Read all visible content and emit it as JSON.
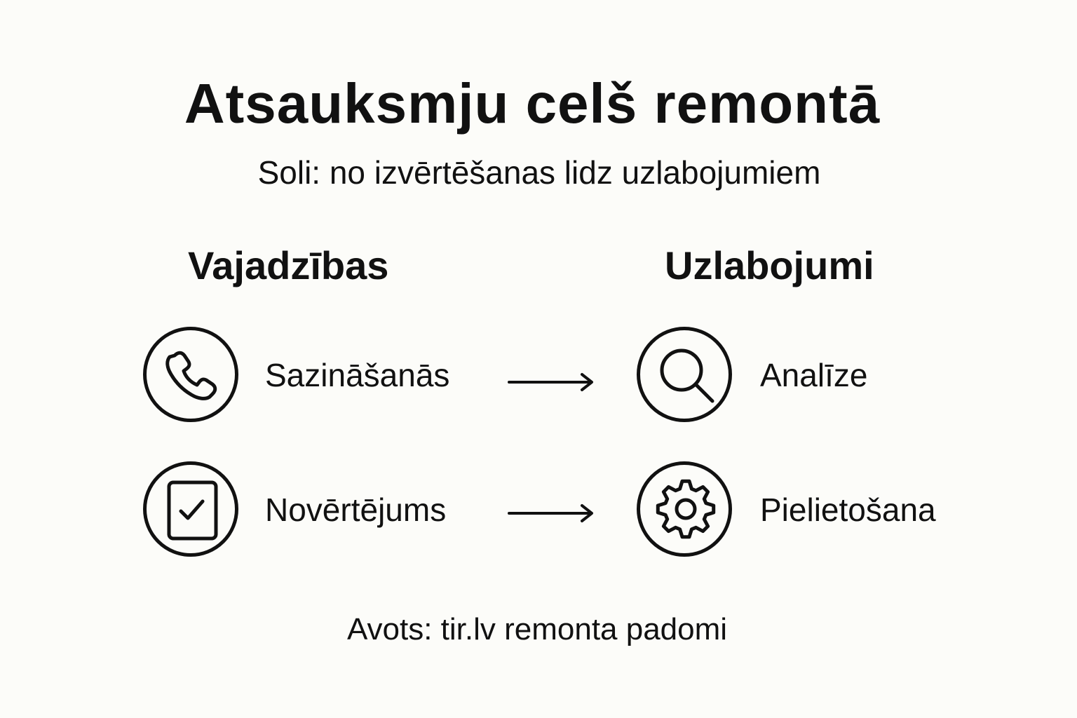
{
  "title": "Atsauksmju celš remontā",
  "subtitle": "Soli: no izvērtēšanas lidz uzlabojumiem",
  "columns": {
    "left_heading": "Vajadzības",
    "right_heading": "Uzlabojumi"
  },
  "rows": [
    {
      "left": {
        "icon": "phone-icon",
        "label": "Sazināšanās"
      },
      "right": {
        "icon": "magnifier-icon",
        "label": "Analīze"
      }
    },
    {
      "left": {
        "icon": "checkbox-icon",
        "label": "Novērtējums"
      },
      "right": {
        "icon": "gear-icon",
        "label": "Pielietošana"
      }
    }
  ],
  "source": "Avots: tir.lv remonta padomi",
  "colors": {
    "background": "#fcfcf9",
    "ink": "#111111"
  }
}
